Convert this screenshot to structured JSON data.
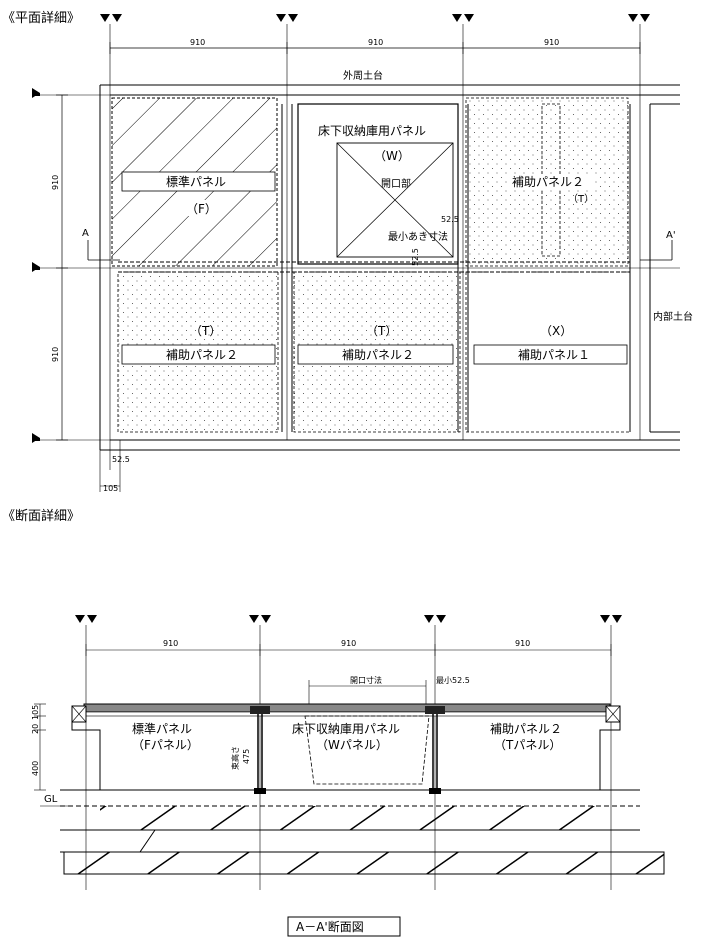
{
  "plan": {
    "heading": "《平面詳細》",
    "dims_top": [
      "910",
      "910",
      "910"
    ],
    "dims_left": [
      "910",
      "910"
    ],
    "outer_sill": "外周土台",
    "inner_sill": "内部土台",
    "storage_panel": "床下収納庫用パネル",
    "storage_code": "（W）",
    "opening": "開口部",
    "min_clear": "最小あき寸法",
    "dim_52_5_a": "52.5",
    "dim_52_5_b": "52.5",
    "dim_52_5_c": "52.5",
    "dim_105": "105",
    "std_panel": "標準パネル",
    "std_code": "（F）",
    "aux2_top": "補助パネル２",
    "aux2_top_code": "（T）",
    "aux2_bl": "補助パネル２",
    "aux2_bl_code": "（T）",
    "aux2_bm": "補助パネル２",
    "aux2_bm_code": "（T）",
    "aux1": "補助パネル１",
    "aux1_code": "（X）",
    "cut_a": "A",
    "cut_a2": "A'"
  },
  "section": {
    "heading": "《断面詳細》",
    "dims_top": [
      "910",
      "910",
      "910"
    ],
    "opening_dim": "開口寸法",
    "min_dim": "最小52.5",
    "dim_20": "20",
    "dim_105": "105",
    "dim_400": "400",
    "gl": "GL",
    "bundle_height": "束高さ",
    "dim_475": "475",
    "f_panel": "標準パネル",
    "f_panel_sub": "（Fパネル）",
    "w_panel": "床下収納庫用パネル",
    "w_panel_sub": "（Wパネル）",
    "t_panel": "補助パネル２",
    "t_panel_sub": "（Tパネル）",
    "caption": "A－A'断面図"
  }
}
